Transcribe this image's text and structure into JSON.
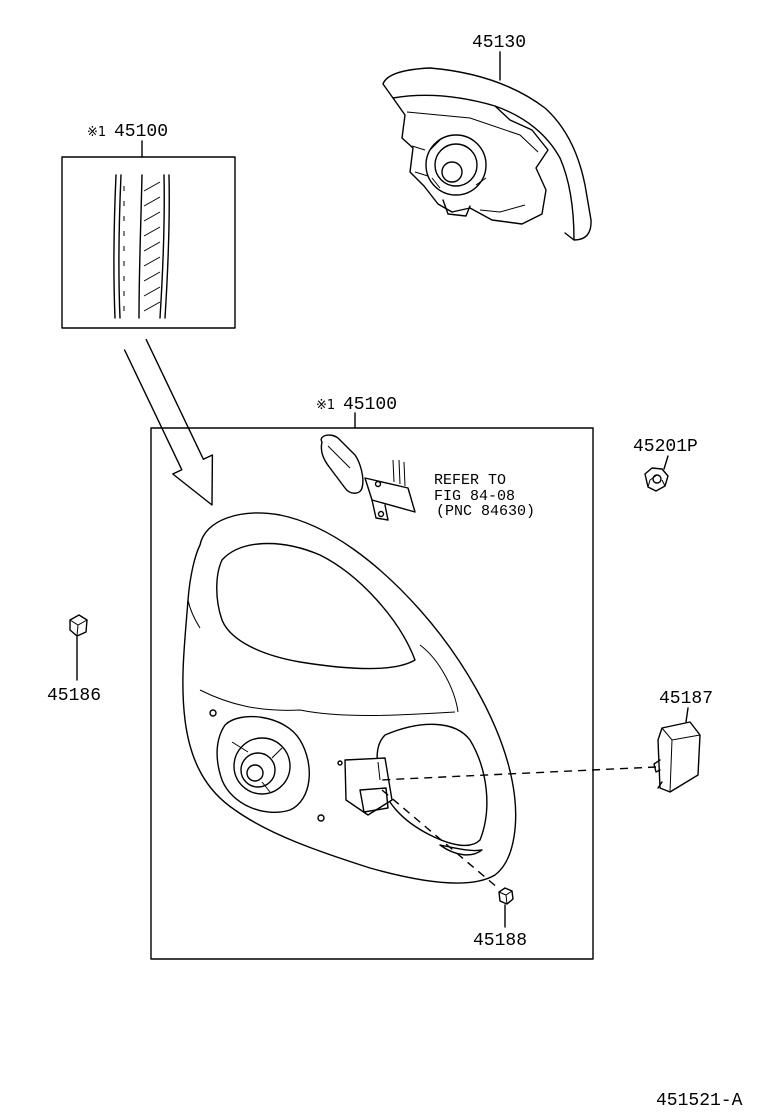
{
  "diagram": {
    "line_color": "#000000",
    "background": "#ffffff"
  },
  "callouts": {
    "airbag_pad": "45130",
    "inset_mark": "※1",
    "inset_part": "45100",
    "wheel_mark": "※1",
    "wheel_part": "45100",
    "nut": "45201P",
    "clip": "45186",
    "cover": "45187",
    "screw": "45188"
  },
  "reference_note": {
    "line1": "REFER TO",
    "line2": "FIG 84-08",
    "line3": "(PNC 84630)"
  },
  "figure_id": "451521-A"
}
